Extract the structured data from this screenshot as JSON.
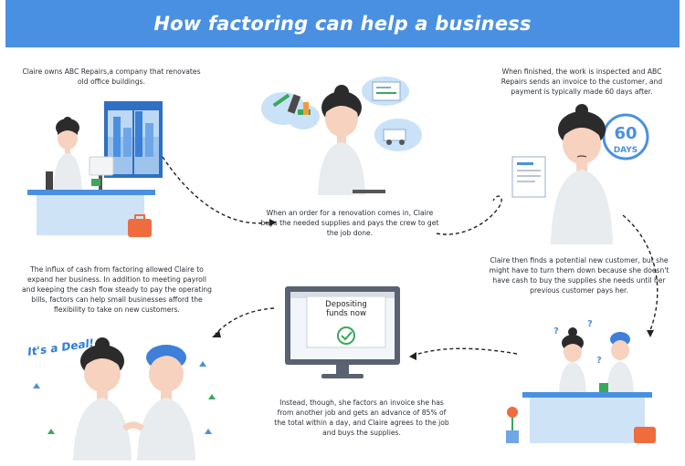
{
  "title": "How factoring can help a business",
  "steps": {
    "step1": "Claire owns ABC Repairs,a company that renovates old office buildings.",
    "step2": "When an order for a renovation comes in, Claire buys the needed supplies and pays the crew to get the job done.",
    "step3": "When finished, the work is inspected and ABC Repairs sends an invoice to the customer, and payment is typically made 60 days after.",
    "step4": "Claire then finds a potential new customer, but she might have to turn them down because she doesn't have cash to buy the supplies she needs until her previous customer pays her.",
    "step5": "Instead, though, she factors an invoice she has from another job and gets an advance of 85% of the total within a day, and Claire agrees to the job and buys the supplies.",
    "step6": "The influx of cash from factoring allowed Claire to expand her business. In addition to meeting payroll and keeping the cash flow steady to pay the operating bills, factors can help small businesses afford the flexibility to take on new customers."
  },
  "badge": {
    "number": "60",
    "unit": "DAYS"
  },
  "monitor": {
    "line1": "Depositing",
    "line2": "funds now"
  },
  "deal": "It's a Deal!",
  "question_mark": "?",
  "colors": {
    "header": "#4a90e2",
    "accent": "#4a90e2",
    "hair": "#2b2b2b",
    "skin": "#f6d2bf",
    "desk": "#8fbbe8",
    "blonde": "#3d7fd9"
  }
}
